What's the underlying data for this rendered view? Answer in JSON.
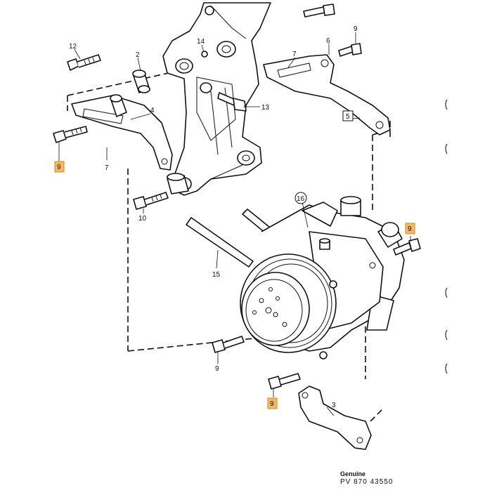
{
  "labels": {
    "l12": "12",
    "l2": "2",
    "l14": "14",
    "l6": "6",
    "l9a": "9",
    "l7a": "7",
    "l4": "4",
    "l13": "13",
    "l5": "5",
    "l9b": "9",
    "l7b": "7",
    "l10": "10",
    "l16": "16",
    "l9c": "9",
    "l15": "15",
    "l9d": "9",
    "l9e": "9",
    "l3": "3"
  },
  "highlight_color": "#f5b963",
  "footer": {
    "line1": "Genuine",
    "line2": "PV 870 43550"
  }
}
